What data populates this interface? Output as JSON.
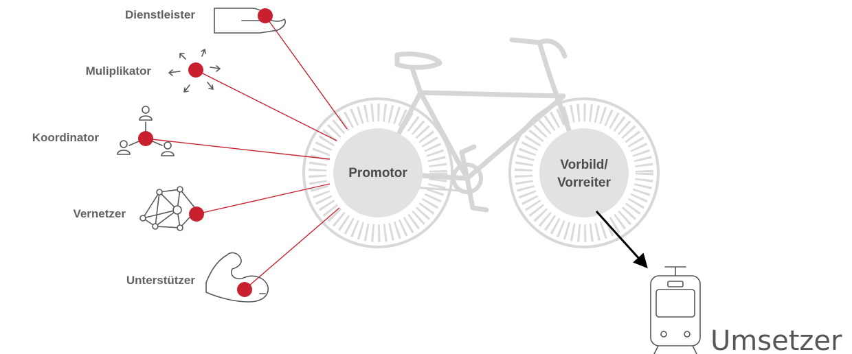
{
  "roles": {
    "dienstleister": "Dienstleister",
    "muliplikator": "Muliplikator",
    "koordinator": "Koordinator",
    "vernetzer": "Vernetzer",
    "unterstuetzer": "Unterstützer"
  },
  "hubs": {
    "front_line1": "Vorbild/",
    "front_line2": "Vorreiter",
    "rear": "Promotor"
  },
  "outcome": {
    "label": "Umsetzer"
  },
  "colors": {
    "accent_red": "#c8202f",
    "bike_gray": "#d6d6d6",
    "hub_fill": "#e2e2e2",
    "text_gray": "#5f6163",
    "arrow_black": "#000000"
  },
  "icons": [
    "hand-icon",
    "arrows-burst-icon",
    "people-network-icon",
    "network-icon",
    "flexed-arm-icon",
    "tram-icon"
  ]
}
